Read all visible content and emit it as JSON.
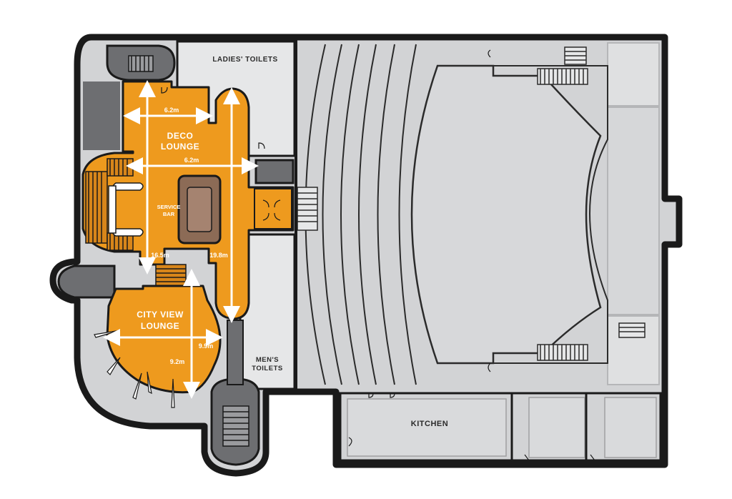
{
  "colors": {
    "wall": "#1a1a1a",
    "floor": "#d2d3d5",
    "floor_light": "#e6e7e8",
    "dark_element": "#6d6e71",
    "lounge": "#ee9a1e",
    "lounge_dark": "#d8861a",
    "bar": "#8c6b56",
    "arrow": "#ffffff",
    "stairs": "#3a3a3a"
  },
  "rooms": {
    "ladies_toilets": "LADIES' TOILETS",
    "mens_toilets_line1": "MEN'S",
    "mens_toilets_line2": "TOILETS",
    "kitchen": "KITCHEN"
  },
  "lounges": {
    "deco_line1": "DECO",
    "deco_line2": "LOUNGE",
    "city_line1": "CITY VIEW",
    "city_line2": "LOUNGE",
    "service_line1": "SERVICE",
    "service_line2": "BAR"
  },
  "dimensions": {
    "deco_width_top": "6.2m",
    "deco_width_mid": "6.2m",
    "deco_left_height": "16.5m",
    "deco_right_height": "19.8m",
    "city_width": "9.9m",
    "city_height": "9.2m"
  }
}
